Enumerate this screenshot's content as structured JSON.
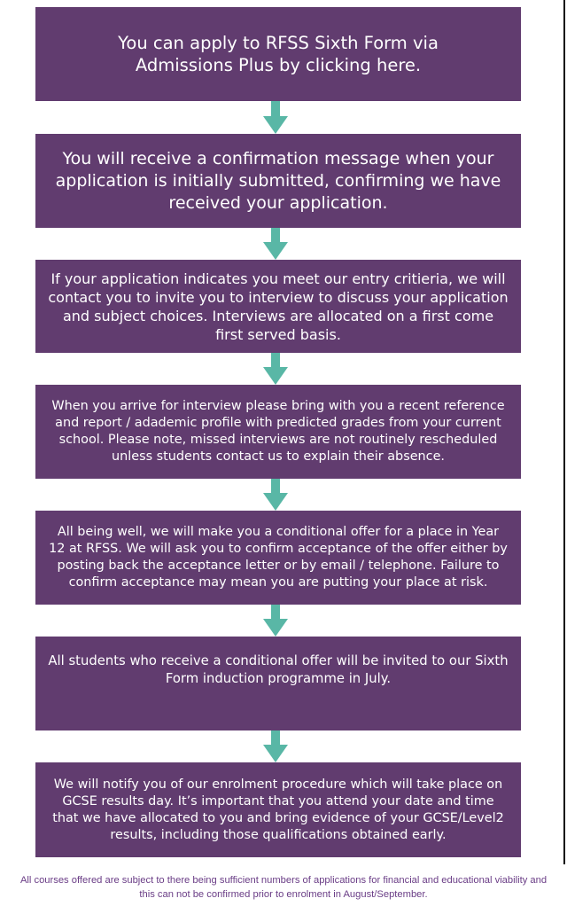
{
  "steps": [
    {
      "text": "You can apply to RFSS Sixth Form via Admissions Plus by clicking here."
    },
    {
      "text": "You will receive a confirmation message when your application is initially submitted, confirming we have received your application."
    },
    {
      "text": "If your application indicates you meet our entry critieria, we will contact you to invite you to interview to discuss your application and subject choices. Interviews are allocated on a first come first served basis."
    },
    {
      "text": "When you arrive for interview please bring with you a recent reference and report / adademic profile with predicted grades from your current school. Please note, missed interviews are not routinely rescheduled unless students contact us to explain their absence."
    },
    {
      "text": "All being well, we will make you a conditional offer for a place in Year 12 at RFSS. We will ask you to confirm acceptance of the offer either by posting back the acceptance letter or by email / telephone. Failure to confirm acceptance may mean you are putting your place at risk."
    },
    {
      "text": "All students who receive a conditional offer will be invited to our Sixth Form induction programme in July."
    },
    {
      "text": "We will notify you of our enrolment procedure which will take place on GCSE results day. It’s important that you attend your date and time that we have allocated to you and bring evidence of your GCSE/Level2 results, including those qualifications obtained early."
    }
  ],
  "footer": {
    "text": "All courses offered are subject to there being sufficient numbers of applications for financial and educational viability and this can not be confirmed prior to enrolment in August/September."
  },
  "colors": {
    "box": "#613c6f",
    "arrow": "#59b7a6",
    "footer_text": "#6a3d86"
  }
}
